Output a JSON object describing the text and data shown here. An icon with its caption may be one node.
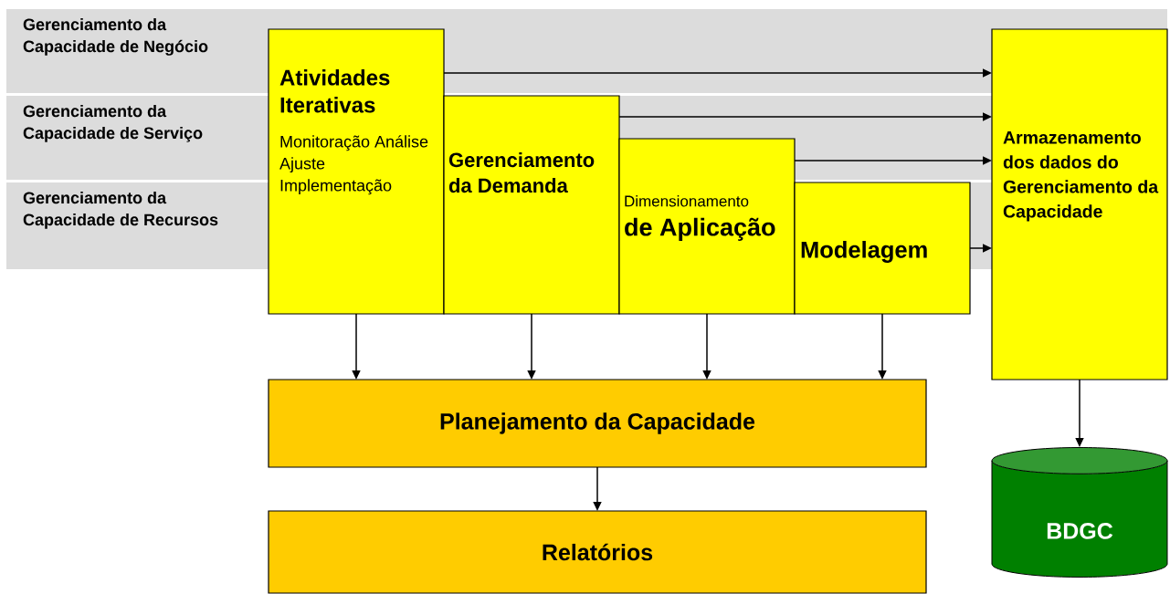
{
  "diagram": {
    "nodes": [
      {
        "text": [
          "Gerenciamento da Capacidade de Negócio"
        ]
      },
      {
        "text": [
          "Gerenciamento da Capacidade de Serviço"
        ]
      },
      {
        "text": [
          "Gerenciamento da Capacidade de Recursos"
        ]
      },
      {
        "text": [
          "Atividades Iterativas",
          "Monitoração Análise Ajuste Implementação"
        ]
      },
      {
        "text": [
          "Gerenciamento da Demanda"
        ]
      },
      {
        "text": [
          "Dimensionamento",
          "de Aplicação"
        ]
      },
      {
        "text": [
          "Modelagem"
        ]
      },
      {
        "text": [
          "Armazenamento dos dados do Gerenciamento da Capacidade"
        ]
      },
      {
        "text": [
          "Planejamento da Capacidade"
        ]
      },
      {
        "text": [
          "Relatórios"
        ]
      },
      {
        "text": [
          "BDGC"
        ]
      }
    ],
    "edges": [
      {
        "from": 3,
        "to": 7,
        "arrow": "to"
      },
      {
        "from": 4,
        "to": 7,
        "arrow": "to"
      },
      {
        "from": 5,
        "to": 7,
        "arrow": "to"
      },
      {
        "from": 6,
        "to": 7,
        "arrow": "to"
      },
      {
        "from": 3,
        "to": 8,
        "arrow": "to"
      },
      {
        "from": 4,
        "to": 8,
        "arrow": "to"
      },
      {
        "from": 5,
        "to": 8,
        "arrow": "to"
      },
      {
        "from": 6,
        "to": 8,
        "arrow": "to"
      },
      {
        "from": 8,
        "to": 9,
        "arrow": "to"
      },
      {
        "from": 7,
        "to": 10,
        "arrow": "to"
      }
    ]
  }
}
